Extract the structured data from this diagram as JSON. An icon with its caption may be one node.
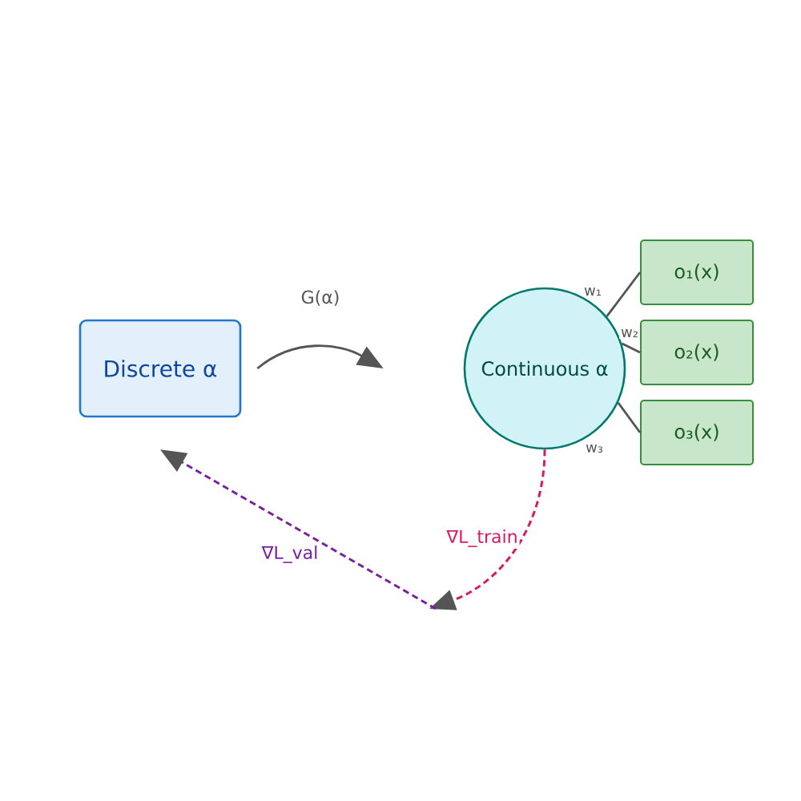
{
  "diagram": {
    "nodes": [
      {
        "text": [
          "Discrete α"
        ]
      },
      {
        "text": [
          "Continuous α"
        ]
      },
      {
        "text": [
          "o₁(x)"
        ]
      },
      {
        "text": [
          "o₂(x)"
        ]
      },
      {
        "text": [
          "o₃(x)"
        ]
      }
    ],
    "edges": [
      {
        "from": 0,
        "to": 1,
        "arrow": "to",
        "label": "G(α)"
      },
      {
        "from": 1,
        "to": 2,
        "arrow": "none",
        "label": "w₁"
      },
      {
        "from": 1,
        "to": 3,
        "arrow": "none",
        "label": "w₂"
      },
      {
        "from": 1,
        "to": 4,
        "arrow": "none",
        "label": "w₃"
      },
      {
        "from": 1,
        "to": null,
        "arrow": "to",
        "label": "∇L_train",
        "style": "dashed",
        "color": "#d81b60"
      },
      {
        "from": null,
        "to": 0,
        "arrow": "to",
        "label": "∇L_val",
        "style": "dashed",
        "color": "#7b1fa2"
      }
    ]
  }
}
